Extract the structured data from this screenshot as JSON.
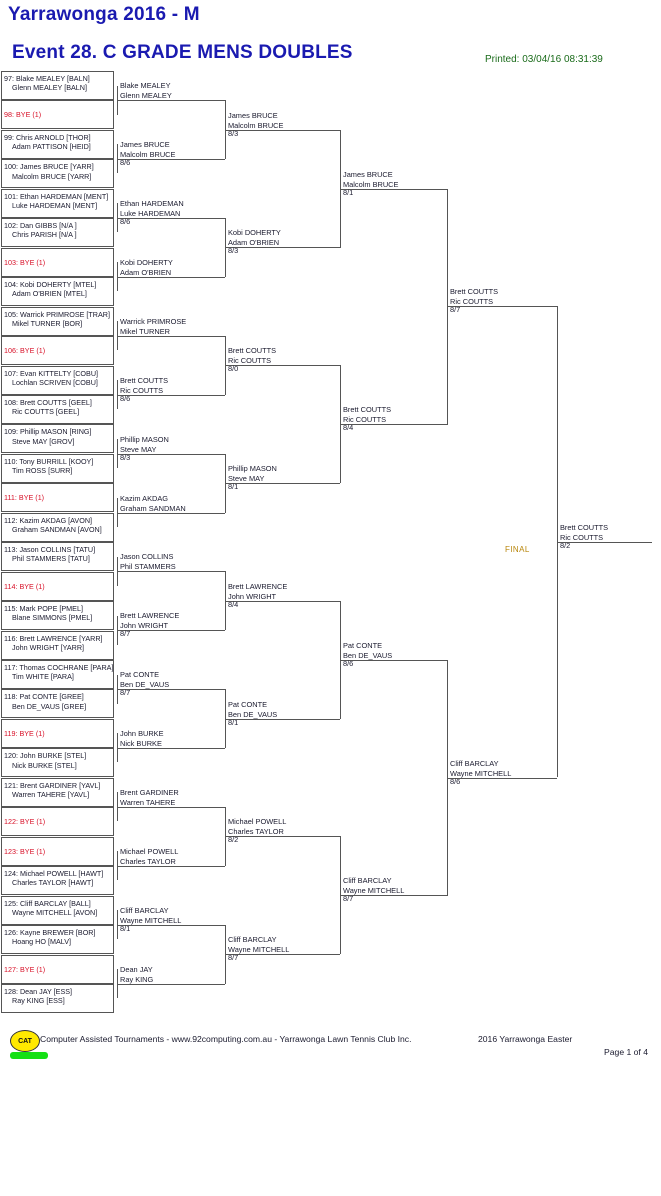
{
  "header": {
    "tournament_title": "Yarrawonga 2016 - M",
    "event_title": "Event 28. C GRADE MENS DOUBLES",
    "printed": "Printed: 03/04/16 08:31:39"
  },
  "bracket": {
    "final_label": "FINAL",
    "round1": [
      {
        "num": "97:",
        "p1": "Blake MEALEY [BALN]",
        "p2": "Glenn MEALEY [BALN]",
        "bye": false
      },
      {
        "num": "98:",
        "p1": "BYE (1)",
        "p2": "",
        "bye": true
      },
      {
        "num": "99:",
        "p1": "Chris ARNOLD [THOR]",
        "p2": "Adam PATTISON [HEID]",
        "bye": false
      },
      {
        "num": "100:",
        "p1": "James BRUCE [YARR]",
        "p2": "Malcolm BRUCE [YARR]",
        "bye": false
      },
      {
        "num": "101:",
        "p1": "Ethan HARDEMAN [MENT]",
        "p2": "Luke HARDEMAN [MENT]",
        "bye": false
      },
      {
        "num": "102:",
        "p1": "Dan GIBBS [N/A ]",
        "p2": "Chris PARISH [N/A ]",
        "bye": false
      },
      {
        "num": "103:",
        "p1": "BYE (1)",
        "p2": "",
        "bye": true
      },
      {
        "num": "104:",
        "p1": "Kobi DOHERTY [MTEL]",
        "p2": "Adam O'BRIEN [MTEL]",
        "bye": false
      },
      {
        "num": "105:",
        "p1": "Warrick PRIMROSE [TRAR]",
        "p2": "Mikel TURNER [BOR]",
        "bye": false
      },
      {
        "num": "106:",
        "p1": "BYE (1)",
        "p2": "",
        "bye": true
      },
      {
        "num": "107:",
        "p1": "Evan KITTELTY [COBU]",
        "p2": "Lochlan SCRIVEN [COBU]",
        "bye": false
      },
      {
        "num": "108:",
        "p1": "Brett COUTTS [GEEL]",
        "p2": "Ric COUTTS [GEEL]",
        "bye": false
      },
      {
        "num": "109:",
        "p1": "Phillip MASON [RING]",
        "p2": "Steve MAY [GROV]",
        "bye": false
      },
      {
        "num": "110:",
        "p1": "Tony BURRILL [KOOY]",
        "p2": "Tim ROSS [SURR]",
        "bye": false
      },
      {
        "num": "111:",
        "p1": "BYE (1)",
        "p2": "",
        "bye": true
      },
      {
        "num": "112:",
        "p1": "Kazim AKDAG [AVON]",
        "p2": "Graham SANDMAN [AVON]",
        "bye": false
      },
      {
        "num": "113:",
        "p1": "Jason COLLINS [TATU]",
        "p2": "Phil STAMMERS [TATU]",
        "bye": false
      },
      {
        "num": "114:",
        "p1": "BYE (1)",
        "p2": "",
        "bye": true
      },
      {
        "num": "115:",
        "p1": "Mark POPE [PMEL]",
        "p2": "Blane SIMMONS [PMEL]",
        "bye": false
      },
      {
        "num": "116:",
        "p1": "Brett LAWRENCE [YARR]",
        "p2": "John WRIGHT [YARR]",
        "bye": false
      },
      {
        "num": "117:",
        "p1": "Thomas COCHRANE [PARA]",
        "p2": "Tim WHITE [PARA]",
        "bye": false
      },
      {
        "num": "118:",
        "p1": "Pat CONTE [GREE]",
        "p2": "Ben DE_VAUS [GREE]",
        "bye": false
      },
      {
        "num": "119:",
        "p1": "BYE (1)",
        "p2": "",
        "bye": true
      },
      {
        "num": "120:",
        "p1": "John BURKE [STEL]",
        "p2": "Nick BURKE [STEL]",
        "bye": false
      },
      {
        "num": "121:",
        "p1": "Brent GARDINER [YAVL]",
        "p2": "Warren TAHERE [YAVL]",
        "bye": false
      },
      {
        "num": "122:",
        "p1": "BYE (1)",
        "p2": "",
        "bye": true
      },
      {
        "num": "123:",
        "p1": "BYE (1)",
        "p2": "",
        "bye": true
      },
      {
        "num": "124:",
        "p1": "Michael POWELL [HAWT]",
        "p2": "Charles TAYLOR [HAWT]",
        "bye": false
      },
      {
        "num": "125:",
        "p1": "Cliff BARCLAY [BALL]",
        "p2": "Wayne MITCHELL [AVON]",
        "bye": false
      },
      {
        "num": "126:",
        "p1": "Kayne BREWER [BOR]",
        "p2": "Hoang HO [MALV]",
        "bye": false
      },
      {
        "num": "127:",
        "p1": "BYE (1)",
        "p2": "",
        "bye": true
      },
      {
        "num": "128:",
        "p1": "Dean JAY [ESS]",
        "p2": "Ray KING [ESS]",
        "bye": false
      }
    ],
    "round2": [
      {
        "p1": "Blake MEALEY",
        "p2": "Glenn MEALEY",
        "score": ""
      },
      {
        "p1": "James BRUCE",
        "p2": "Malcolm BRUCE",
        "score": "8/6"
      },
      {
        "p1": "Ethan HARDEMAN",
        "p2": "Luke HARDEMAN",
        "score": "8/6"
      },
      {
        "p1": "Kobi DOHERTY",
        "p2": "Adam O'BRIEN",
        "score": ""
      },
      {
        "p1": "Warrick PRIMROSE",
        "p2": "Mikel TURNER",
        "score": ""
      },
      {
        "p1": "Brett COUTTS",
        "p2": "Ric COUTTS",
        "score": "8/6"
      },
      {
        "p1": "Phillip MASON",
        "p2": "Steve MAY",
        "score": "8/3"
      },
      {
        "p1": "Kazim AKDAG",
        "p2": "Graham SANDMAN",
        "score": ""
      },
      {
        "p1": "Jason COLLINS",
        "p2": "Phil STAMMERS",
        "score": ""
      },
      {
        "p1": "Brett LAWRENCE",
        "p2": "John WRIGHT",
        "score": "8/7"
      },
      {
        "p1": "Pat CONTE",
        "p2": "Ben DE_VAUS",
        "score": "8/7"
      },
      {
        "p1": "John BURKE",
        "p2": "Nick BURKE",
        "score": ""
      },
      {
        "p1": "Brent GARDINER",
        "p2": "Warren TAHERE",
        "score": ""
      },
      {
        "p1": "Michael POWELL",
        "p2": "Charles TAYLOR",
        "score": ""
      },
      {
        "p1": "Cliff BARCLAY",
        "p2": "Wayne MITCHELL",
        "score": "8/1"
      },
      {
        "p1": "Dean JAY",
        "p2": "Ray KING",
        "score": ""
      }
    ],
    "round3": [
      {
        "p1": "James BRUCE",
        "p2": "Malcolm BRUCE",
        "score": "8/3"
      },
      {
        "p1": "Kobi DOHERTY",
        "p2": "Adam O'BRIEN",
        "score": "8/3"
      },
      {
        "p1": "Brett COUTTS",
        "p2": "Ric COUTTS",
        "score": "8/0"
      },
      {
        "p1": "Phillip MASON",
        "p2": "Steve MAY",
        "score": "8/1"
      },
      {
        "p1": "Brett LAWRENCE",
        "p2": "John WRIGHT",
        "score": "8/4"
      },
      {
        "p1": "Pat CONTE",
        "p2": "Ben DE_VAUS",
        "score": "8/1"
      },
      {
        "p1": "Michael POWELL",
        "p2": "Charles TAYLOR",
        "score": "8/2"
      },
      {
        "p1": "Cliff BARCLAY",
        "p2": "Wayne MITCHELL",
        "score": "8/7"
      }
    ],
    "round4": [
      {
        "p1": "James BRUCE",
        "p2": "Malcolm BRUCE",
        "score": "8/1"
      },
      {
        "p1": "Brett COUTTS",
        "p2": "Ric COUTTS",
        "score": "8/4"
      },
      {
        "p1": "Pat CONTE",
        "p2": "Ben DE_VAUS",
        "score": "8/6"
      },
      {
        "p1": "Cliff BARCLAY",
        "p2": "Wayne MITCHELL",
        "score": "8/7"
      }
    ],
    "round5": [
      {
        "p1": "Brett COUTTS",
        "p2": "Ric COUTTS",
        "score": "8/7"
      },
      {
        "p1": "Cliff BARCLAY",
        "p2": "Wayne MITCHELL",
        "score": "8/6"
      }
    ],
    "round6": [
      {
        "p1": "Brett COUTTS",
        "p2": "Ric COUTTS",
        "score": "8/2"
      }
    ]
  },
  "footer": {
    "logo_text": "CAT",
    "credit": "Computer Assisted Tournaments - www.92computing.com.au -  Yarrawonga Lawn Tennis Club Inc.",
    "event_name": "2016 Yarrawonga Easter",
    "page": "Page 1 of 4"
  }
}
